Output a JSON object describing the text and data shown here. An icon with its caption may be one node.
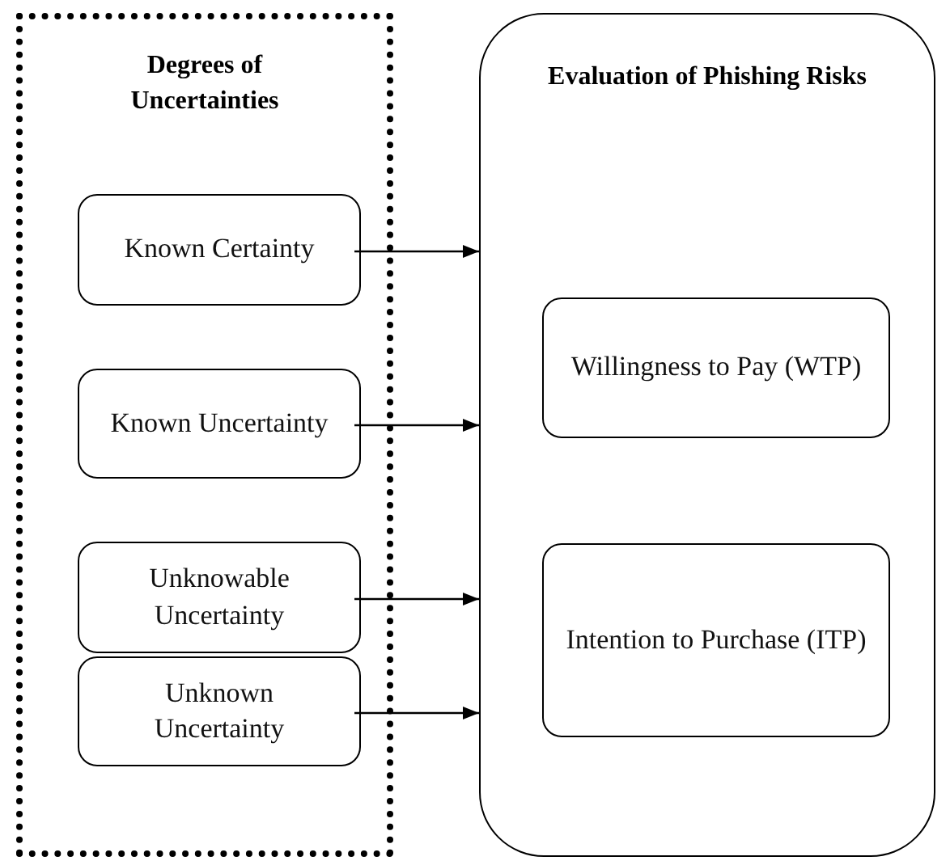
{
  "diagram": {
    "nodes": [
      {
        "text": [
          "Degrees of Uncertainties"
        ]
      },
      {
        "text": [
          "Known Certainty"
        ],
        "in": 0
      },
      {
        "text": [
          "Known Uncertainty"
        ],
        "in": 0
      },
      {
        "text": [
          "Unknowable Uncertainty"
        ],
        "in": 0
      },
      {
        "text": [
          "Unknown Uncertainty"
        ],
        "in": 0
      },
      {
        "text": [
          "Evaluation of Phishing Risks"
        ]
      },
      {
        "text": [
          "Willingness to Pay (WTP)"
        ],
        "in": 5
      },
      {
        "text": [
          "Intention to Purchase (ITP)"
        ],
        "in": 5
      }
    ],
    "edges": [
      {
        "from": 1,
        "to": 5,
        "arrow": "to"
      },
      {
        "from": 2,
        "to": 5,
        "arrow": "to"
      },
      {
        "from": 3,
        "to": 5,
        "arrow": "to"
      },
      {
        "from": 4,
        "to": 5,
        "arrow": "to"
      }
    ]
  }
}
